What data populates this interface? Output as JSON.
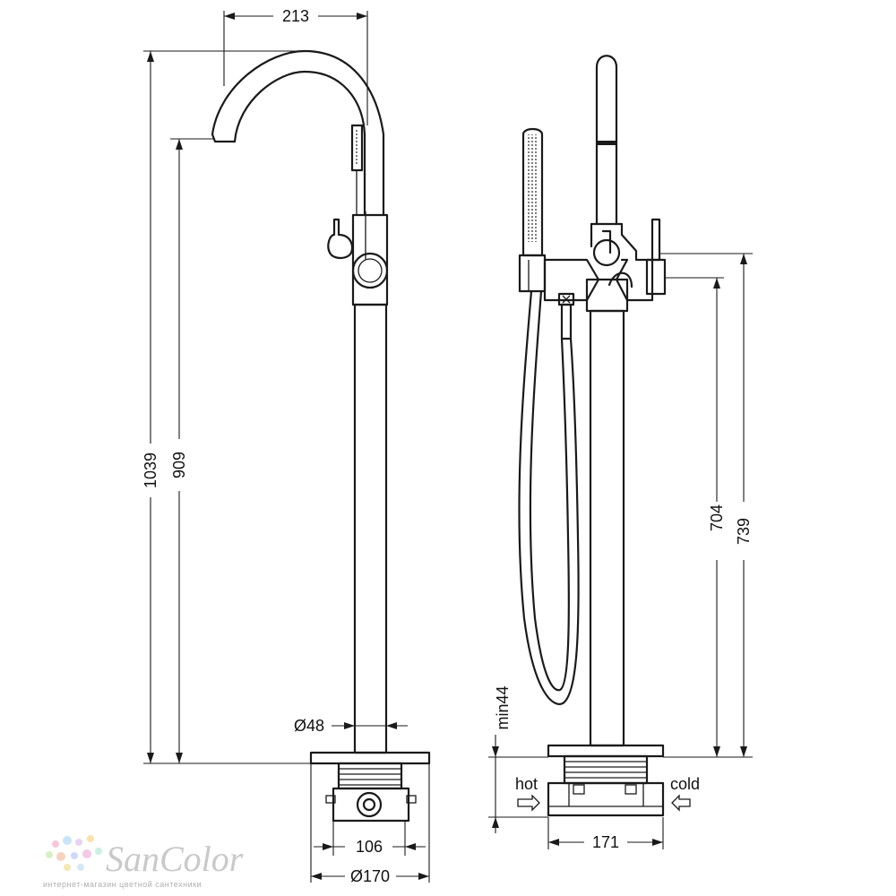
{
  "dimensions": {
    "spout_reach": "213",
    "total_height": "1039",
    "spout_height": "909",
    "pipe_diameter": "Ø48",
    "rough_width": "106",
    "base_diameter": "Ø170",
    "valve_height_704": "704",
    "valve_height_739": "739",
    "min_depth": "min44",
    "box_width": "171"
  },
  "labels": {
    "hot": "hot",
    "cold": "cold"
  },
  "logo": {
    "brand": "SanColor",
    "tagline": "интернет-магазин цветной сантехники"
  }
}
